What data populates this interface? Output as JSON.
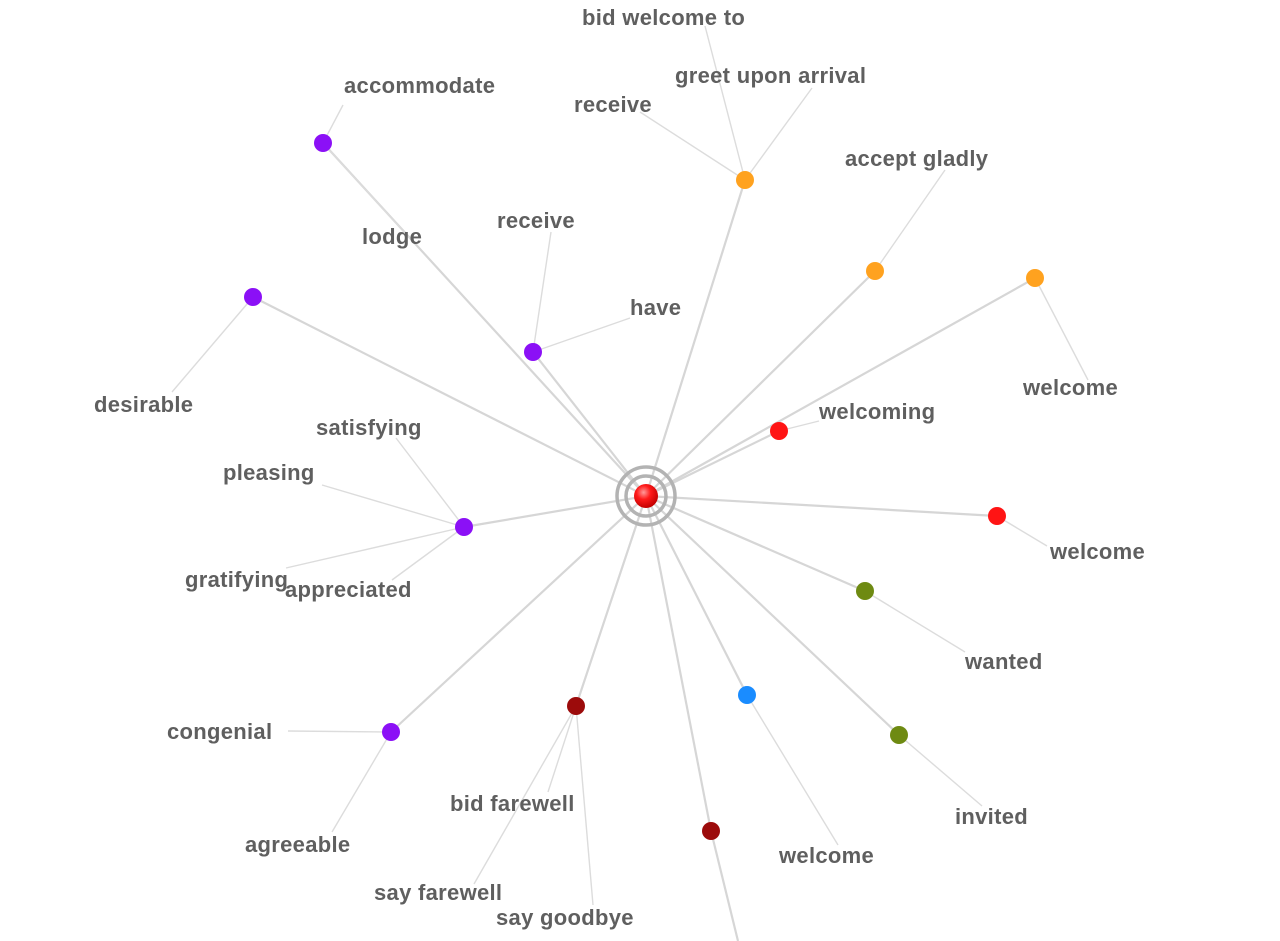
{
  "center": {
    "name": "center-word-node"
  },
  "colors": {
    "purple": "#8b10f6",
    "orange": "#ffa21f",
    "red": "#ff1414",
    "olive": "#6e8a12",
    "blue": "#1a8cff",
    "darkred": "#9c0b0b",
    "edge": "#d6d6d6",
    "label": "#5f5f5f"
  },
  "hubs": [
    {
      "id": "h1",
      "color": "purple"
    },
    {
      "id": "h2",
      "color": "purple"
    },
    {
      "id": "h3",
      "color": "purple"
    },
    {
      "id": "h4",
      "color": "purple"
    },
    {
      "id": "h5",
      "color": "purple"
    },
    {
      "id": "h6",
      "color": "orange"
    },
    {
      "id": "h7",
      "color": "orange"
    },
    {
      "id": "h8",
      "color": "orange"
    },
    {
      "id": "h9",
      "color": "red"
    },
    {
      "id": "h10",
      "color": "red"
    },
    {
      "id": "h11",
      "color": "olive"
    },
    {
      "id": "h12",
      "color": "olive"
    },
    {
      "id": "h13",
      "color": "blue"
    },
    {
      "id": "h14",
      "color": "darkred"
    },
    {
      "id": "h15",
      "color": "darkred"
    }
  ],
  "words": [
    {
      "hub": "h1",
      "text": "accommodate"
    },
    {
      "hub": "h1",
      "text": "lodge"
    },
    {
      "hub": "h2",
      "text": "desirable"
    },
    {
      "hub": "h3",
      "text": "receive"
    },
    {
      "hub": "h3",
      "text": "have"
    },
    {
      "hub": "h4",
      "text": "satisfying"
    },
    {
      "hub": "h4",
      "text": "pleasing"
    },
    {
      "hub": "h4",
      "text": "gratifying"
    },
    {
      "hub": "h4",
      "text": "appreciated"
    },
    {
      "hub": "h5",
      "text": "congenial"
    },
    {
      "hub": "h5",
      "text": "agreeable"
    },
    {
      "hub": "h6",
      "text": "bid welcome to"
    },
    {
      "hub": "h6",
      "text": "greet upon arrival"
    },
    {
      "hub": "h6",
      "text": "receive"
    },
    {
      "hub": "h7",
      "text": "accept gladly"
    },
    {
      "hub": "h8",
      "text": "welcome"
    },
    {
      "hub": "h9",
      "text": "welcoming"
    },
    {
      "hub": "h10",
      "text": "welcome"
    },
    {
      "hub": "h11",
      "text": "wanted"
    },
    {
      "hub": "h12",
      "text": "invited"
    },
    {
      "hub": "h13",
      "text": "welcome"
    },
    {
      "hub": "h14",
      "text": "bid farewell"
    },
    {
      "hub": "h14",
      "text": "say farewell"
    },
    {
      "hub": "h14",
      "text": "say goodbye"
    }
  ]
}
